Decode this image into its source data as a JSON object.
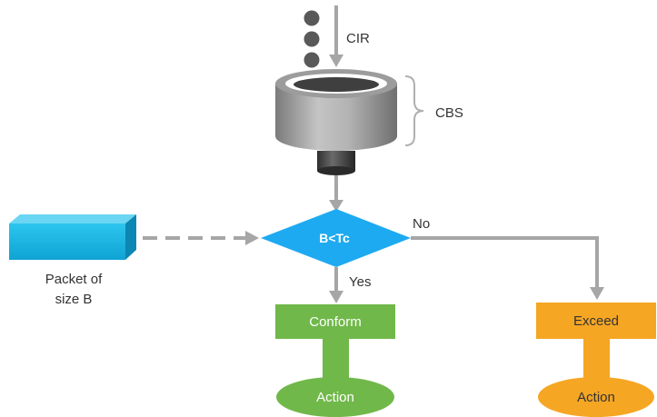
{
  "labels": {
    "cir": "CIR",
    "cbs": "CBS",
    "decision": "B<Tc",
    "no": "No",
    "yes": "Yes",
    "packet_line1": "Packet of",
    "packet_line2": "size B",
    "conform": "Conform",
    "exceed": "Exceed",
    "action_conform": "Action",
    "action_exceed": "Action"
  },
  "colors": {
    "arrow": "#a6a6a6",
    "token": "#595959",
    "bucket": "#9a9a9a",
    "decision": "#1eaaf1",
    "packet": "#1cb5e0",
    "conform": "#70b84a",
    "exceed": "#f5a623"
  }
}
